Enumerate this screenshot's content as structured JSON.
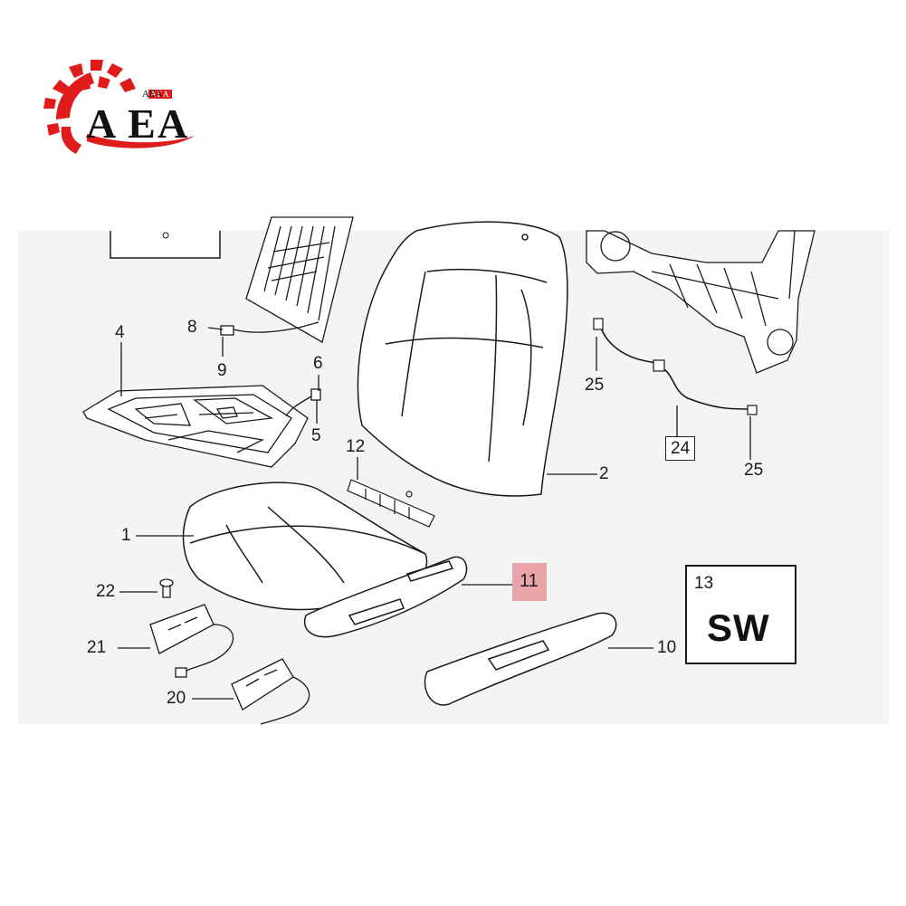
{
  "logo": {
    "main_text": "A EA",
    "small_text": "AEA",
    "tag_text": "AEA",
    "brand_red": "#e01b1b"
  },
  "diagram": {
    "background": "#f4f4f4",
    "line_color": "#1a1a1a",
    "highlight_color": "#e9a4a7",
    "callouts": {
      "c1": "1",
      "c2": "2",
      "c4": "4",
      "c5": "5",
      "c6": "6",
      "c8": "8",
      "c9": "9",
      "c10": "10",
      "c11": "11",
      "c12": "12",
      "c20": "20",
      "c21": "21",
      "c22": "22",
      "c24": "24",
      "c25a": "25",
      "c25b": "25"
    },
    "legend_box": {
      "number": "13",
      "code": "SW"
    }
  }
}
